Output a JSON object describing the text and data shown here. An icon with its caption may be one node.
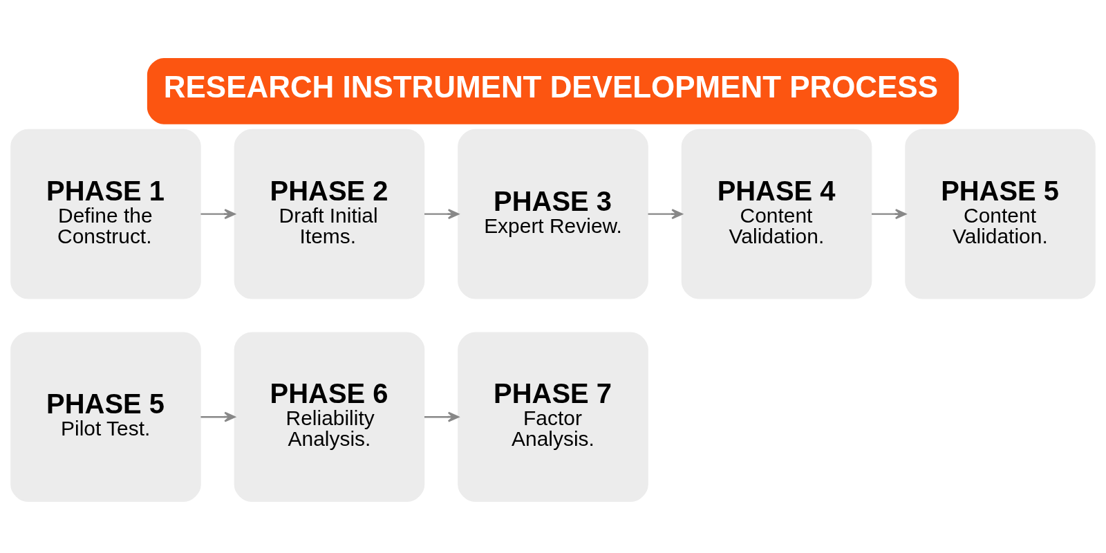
{
  "diagram": {
    "title": "RESEARCH INSTRUMENT DEVELOPMENT PROCESS",
    "nodes": [
      {
        "text": [
          "PHASE 1",
          "Define the Construct."
        ]
      },
      {
        "text": [
          "PHASE 2",
          "Draft Initial Items."
        ]
      },
      {
        "text": [
          "PHASE 3",
          "Expert Review."
        ]
      },
      {
        "text": [
          "PHASE 4",
          "Content Validation."
        ]
      },
      {
        "text": [
          "PHASE 5",
          "Content Validation."
        ]
      },
      {
        "text": [
          "PHASE 5",
          "Pilot Test."
        ]
      },
      {
        "text": [
          "PHASE 6",
          "Reliability Analysis."
        ]
      },
      {
        "text": [
          "PHASE 7",
          "Factor Analysis."
        ]
      }
    ],
    "edges": [
      {
        "from": 0,
        "to": 1,
        "arrow": "to"
      },
      {
        "from": 1,
        "to": 2,
        "arrow": "to"
      },
      {
        "from": 2,
        "to": 3,
        "arrow": "to"
      },
      {
        "from": 3,
        "to": 4,
        "arrow": "to"
      },
      {
        "from": 5,
        "to": 6,
        "arrow": "to"
      },
      {
        "from": 6,
        "to": 7,
        "arrow": "to"
      }
    ]
  }
}
